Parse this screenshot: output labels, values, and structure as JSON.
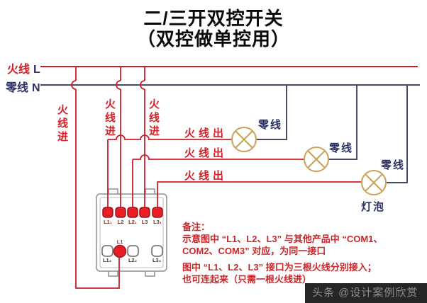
{
  "title": {
    "line1": "二/三开双控开关",
    "line2": "（双控做单控用）"
  },
  "buses": {
    "live": {
      "label": "火线",
      "letter": "L"
    },
    "neutral": {
      "label": "零线",
      "letter": "N"
    }
  },
  "wire_labels": {
    "live_in": [
      "火线进",
      "火线进",
      "火线进"
    ],
    "live_out": [
      "火线出",
      "火线出",
      "火线出"
    ],
    "neutral_out": [
      "零线",
      "零线",
      "零线"
    ],
    "bulb": "灯泡"
  },
  "switch": {
    "top_terminals": [
      "L1₁",
      "L2",
      "L2₁",
      "L3",
      "L3₁"
    ],
    "bottom_terminals": [
      "L1₂",
      "L2₂",
      "L3₂"
    ],
    "common_label": "L1"
  },
  "notes": {
    "heading": "备注：",
    "line1": "示意图中 “L1、L2、L3” 与其他产品中 “COM1、",
    "line2": "COM2、COM3” 对应，为同一接口",
    "line3": "图中 “L1、L2、L3” 接口为三根火线分别接入；",
    "line4": "也可连起来（只需一根火线进）"
  },
  "watermark": "头条 @设计案例欣赏",
  "colors": {
    "live_wire": "#cf1f26",
    "live_text": "#d42027",
    "neutral_wire": "#4a4a66",
    "neutral_text": "#2e3163",
    "lamp": "#c9a157",
    "terminal": "#ea1c24",
    "note_text": "#c8272b",
    "watermark_bg": "#262626"
  }
}
